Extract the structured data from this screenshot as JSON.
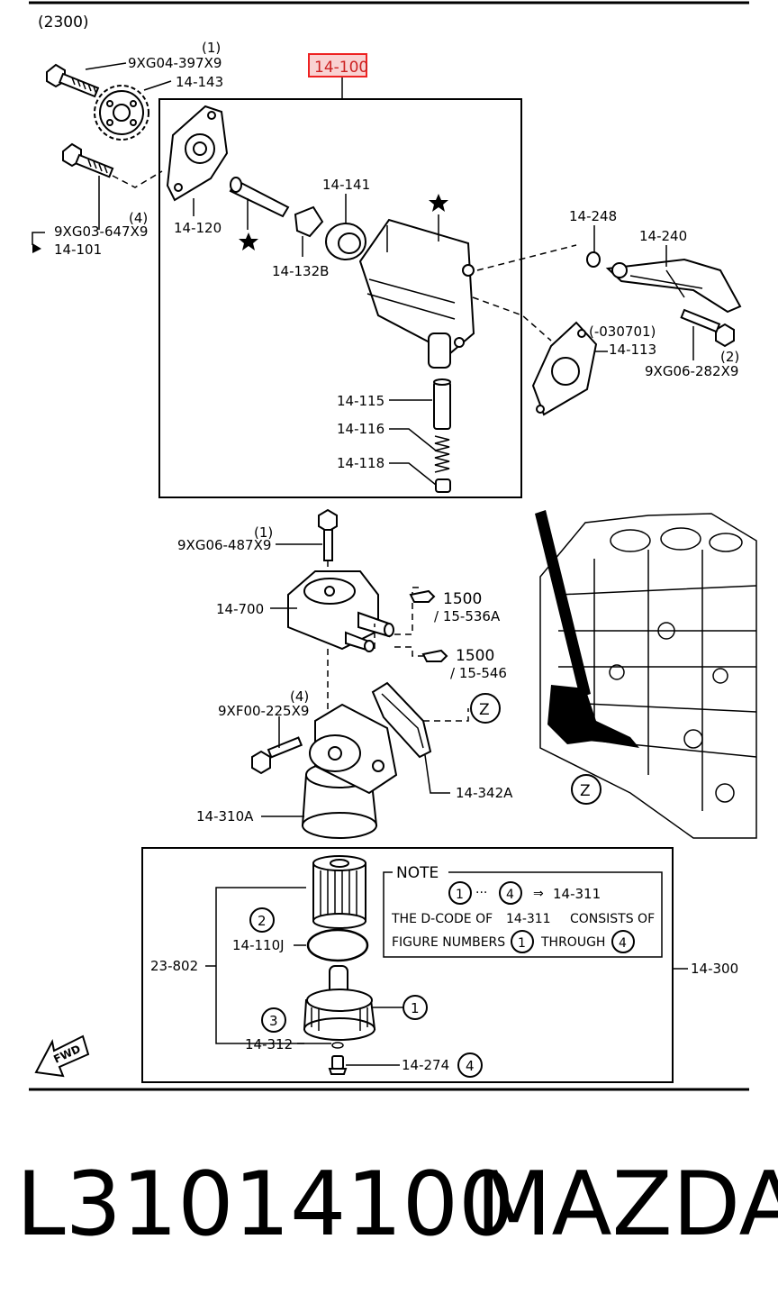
{
  "section_code": "(2300)",
  "highlight_part": "14-100",
  "labels": {
    "l1": "(1)",
    "bolt1": "9XG04-397X9",
    "p14143": "14-143",
    "l4a": "(4)",
    "bolt2": "9XG03-647X9",
    "p14101": "14-101",
    "p14120": "14-120",
    "p14141": "14-141",
    "p14132b": "14-132B",
    "p14248": "14-248",
    "p14240": "14-240",
    "note0307": "(-030701)",
    "p14113": "14-113",
    "l2": "(2)",
    "bolt3": "9XG06-282X9",
    "p14115": "14-115",
    "p14116": "14-116",
    "p14118": "14-118",
    "l1b": "(1)",
    "bolt4": "9XG06-487X9",
    "p14700": "14-700",
    "ref1a": "1500",
    "ref1b": "/ 15-536A",
    "ref2a": "1500",
    "ref2b": "/ 15-546",
    "l4b": "(4)",
    "bolt5": "9XF00-225X9",
    "z1": "Z",
    "p14342a": "14-342A",
    "p14310a": "14-310A",
    "z2": "Z",
    "c2": "2",
    "p14110j": "14-110J",
    "p23802": "23-802",
    "c3": "3",
    "p14312": "14-312",
    "c1": "1",
    "p14274": "14-274",
    "c4": "4",
    "p14300": "14-300",
    "fwd": "FWD"
  },
  "note": {
    "title": "NOTE",
    "range_from": "1",
    "range_sep": "···",
    "range_to": "4",
    "arrow": "⇒",
    "target": "14-311",
    "line1_a": "THE D-CODE OF",
    "line1_b": "14-311",
    "line1_c": "CONSISTS OF",
    "line2_a": "FIGURE NUMBERS",
    "line2_b": "1",
    "line2_c": "THROUGH",
    "line2_d": "4"
  },
  "part_number": "L31014100",
  "brand": "MAZDA",
  "icons": [
    "star-icon",
    "pointing-hand-icon",
    "fwd-arrow-icon"
  ]
}
